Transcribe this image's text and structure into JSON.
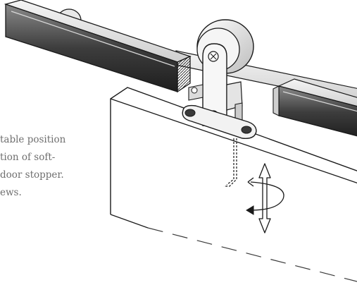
{
  "caption": {
    "lines": [
      "table position",
      "tion of soft-",
      "door stopper.",
      "ews."
    ]
  },
  "colors": {
    "line": "#1a1a1a",
    "dashed": "#3a3a3a",
    "caption": "#6f6f6f",
    "background": "#ffffff"
  },
  "icons": [
    "adjust-up-down-arrow-icon",
    "rotate-arrow-icon"
  ]
}
